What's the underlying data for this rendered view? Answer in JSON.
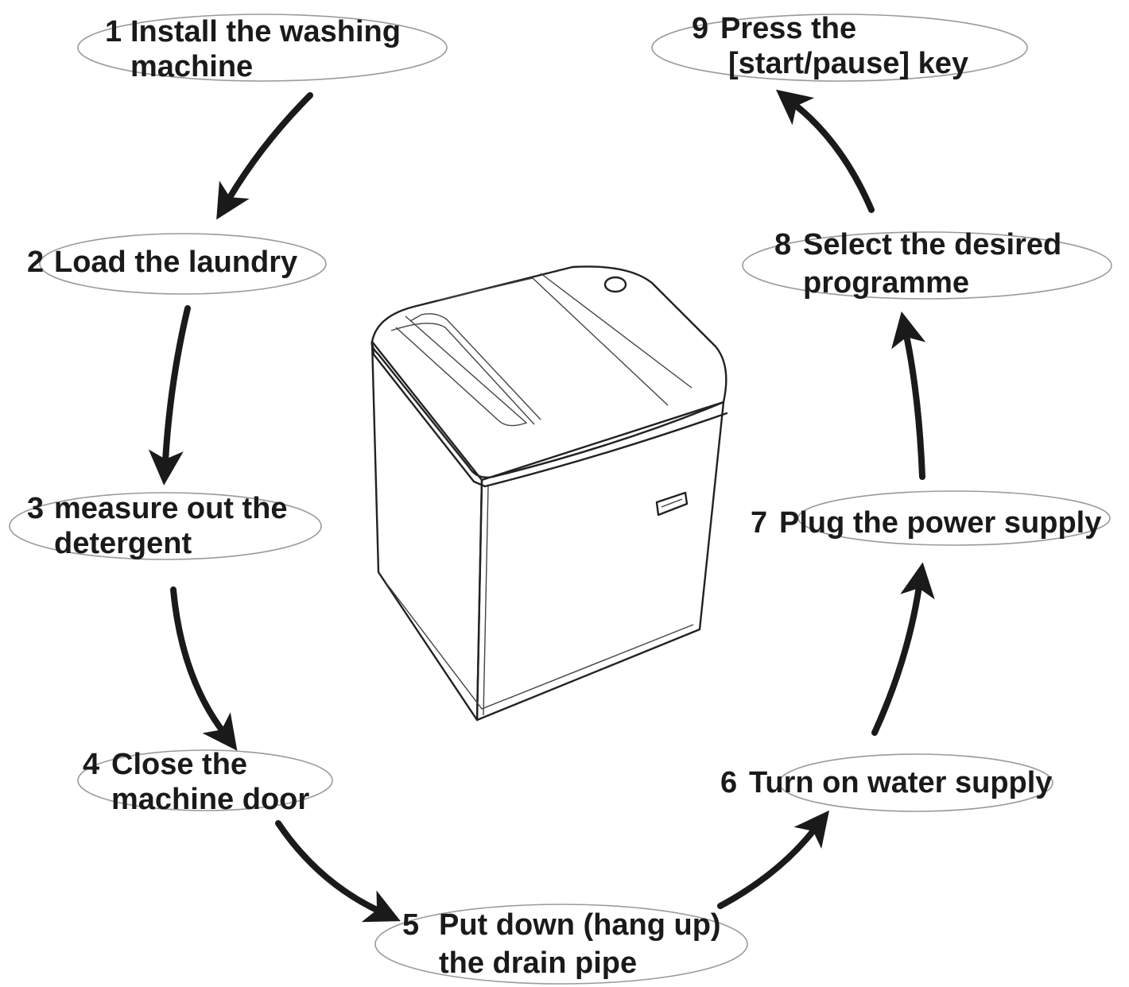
{
  "diagram": {
    "steps": [
      {
        "number": "1",
        "lines": [
          "Install the washing",
          "machine"
        ]
      },
      {
        "number": "2",
        "lines": [
          "Load the laundry"
        ]
      },
      {
        "number": "3",
        "lines": [
          "measure out the",
          "detergent"
        ]
      },
      {
        "number": "4",
        "lines": [
          "Close the",
          "machine door"
        ]
      },
      {
        "number": "5",
        "lines": [
          "Put down (hang up)",
          "the drain pipe"
        ]
      },
      {
        "number": "6",
        "lines": [
          "Turn on water supply"
        ]
      },
      {
        "number": "7",
        "lines": [
          "Plug the power supply"
        ]
      },
      {
        "number": "8",
        "lines": [
          "Select the desired",
          "programme"
        ]
      },
      {
        "number": "9",
        "lines": [
          "Press the",
          "[start/pause] key"
        ]
      }
    ],
    "center_icon": "top-load-washing-machine-icon",
    "colors": {
      "text": "#1a1a1a",
      "arrow": "#1a1a1a",
      "bubble_outline": "#9a9a9a",
      "background": "#ffffff"
    }
  }
}
